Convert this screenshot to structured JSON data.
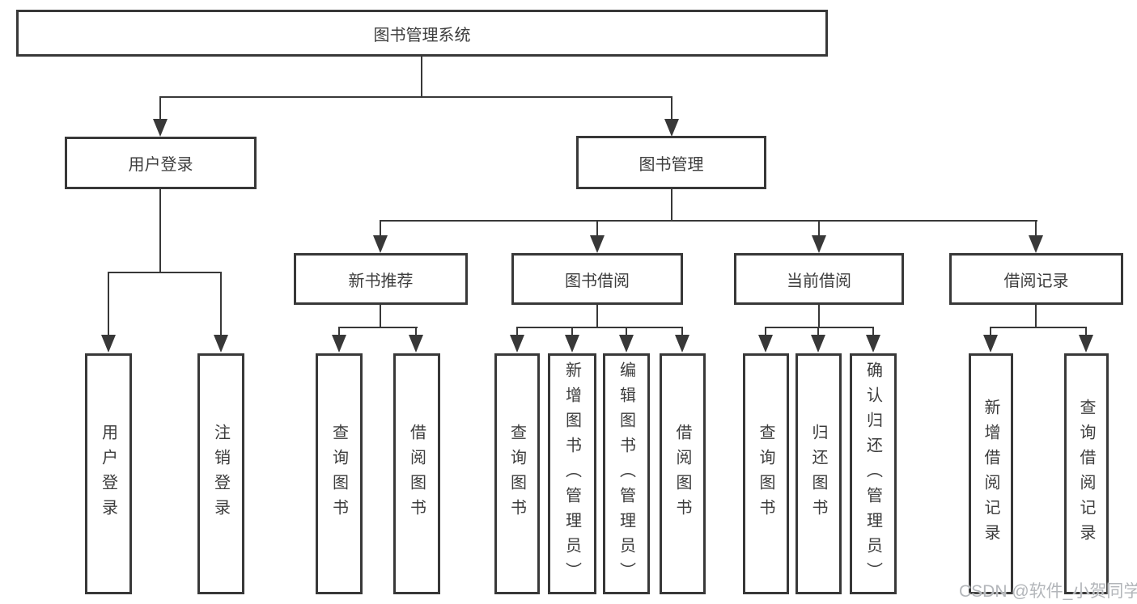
{
  "tree": {
    "root": "图书管理系统",
    "branches": [
      {
        "label": "用户登录",
        "leaves": [
          "用户登录",
          "注销登录"
        ]
      },
      {
        "label": "图书管理",
        "groups": [
          {
            "label": "新书推荐",
            "leaves": [
              "查询图书",
              "借阅图书"
            ]
          },
          {
            "label": "图书借阅",
            "leaves": [
              "查询图书",
              "新增图书（管理员）",
              "编辑图书（管理员）",
              "借阅图书"
            ]
          },
          {
            "label": "当前借阅",
            "leaves": [
              "查询图书",
              "归还图书",
              "确认归还（管理员）"
            ]
          },
          {
            "label": "借阅记录",
            "leaves": [
              "新增借阅记录",
              "查询借阅记录"
            ]
          }
        ]
      }
    ]
  },
  "watermark": {
    "text": "CSDN @软件_小贺同学"
  },
  "colors": {
    "line": "#383838",
    "text": "#3d3d3d",
    "watermark": "#b3b6ba",
    "background": "#ffffff"
  }
}
